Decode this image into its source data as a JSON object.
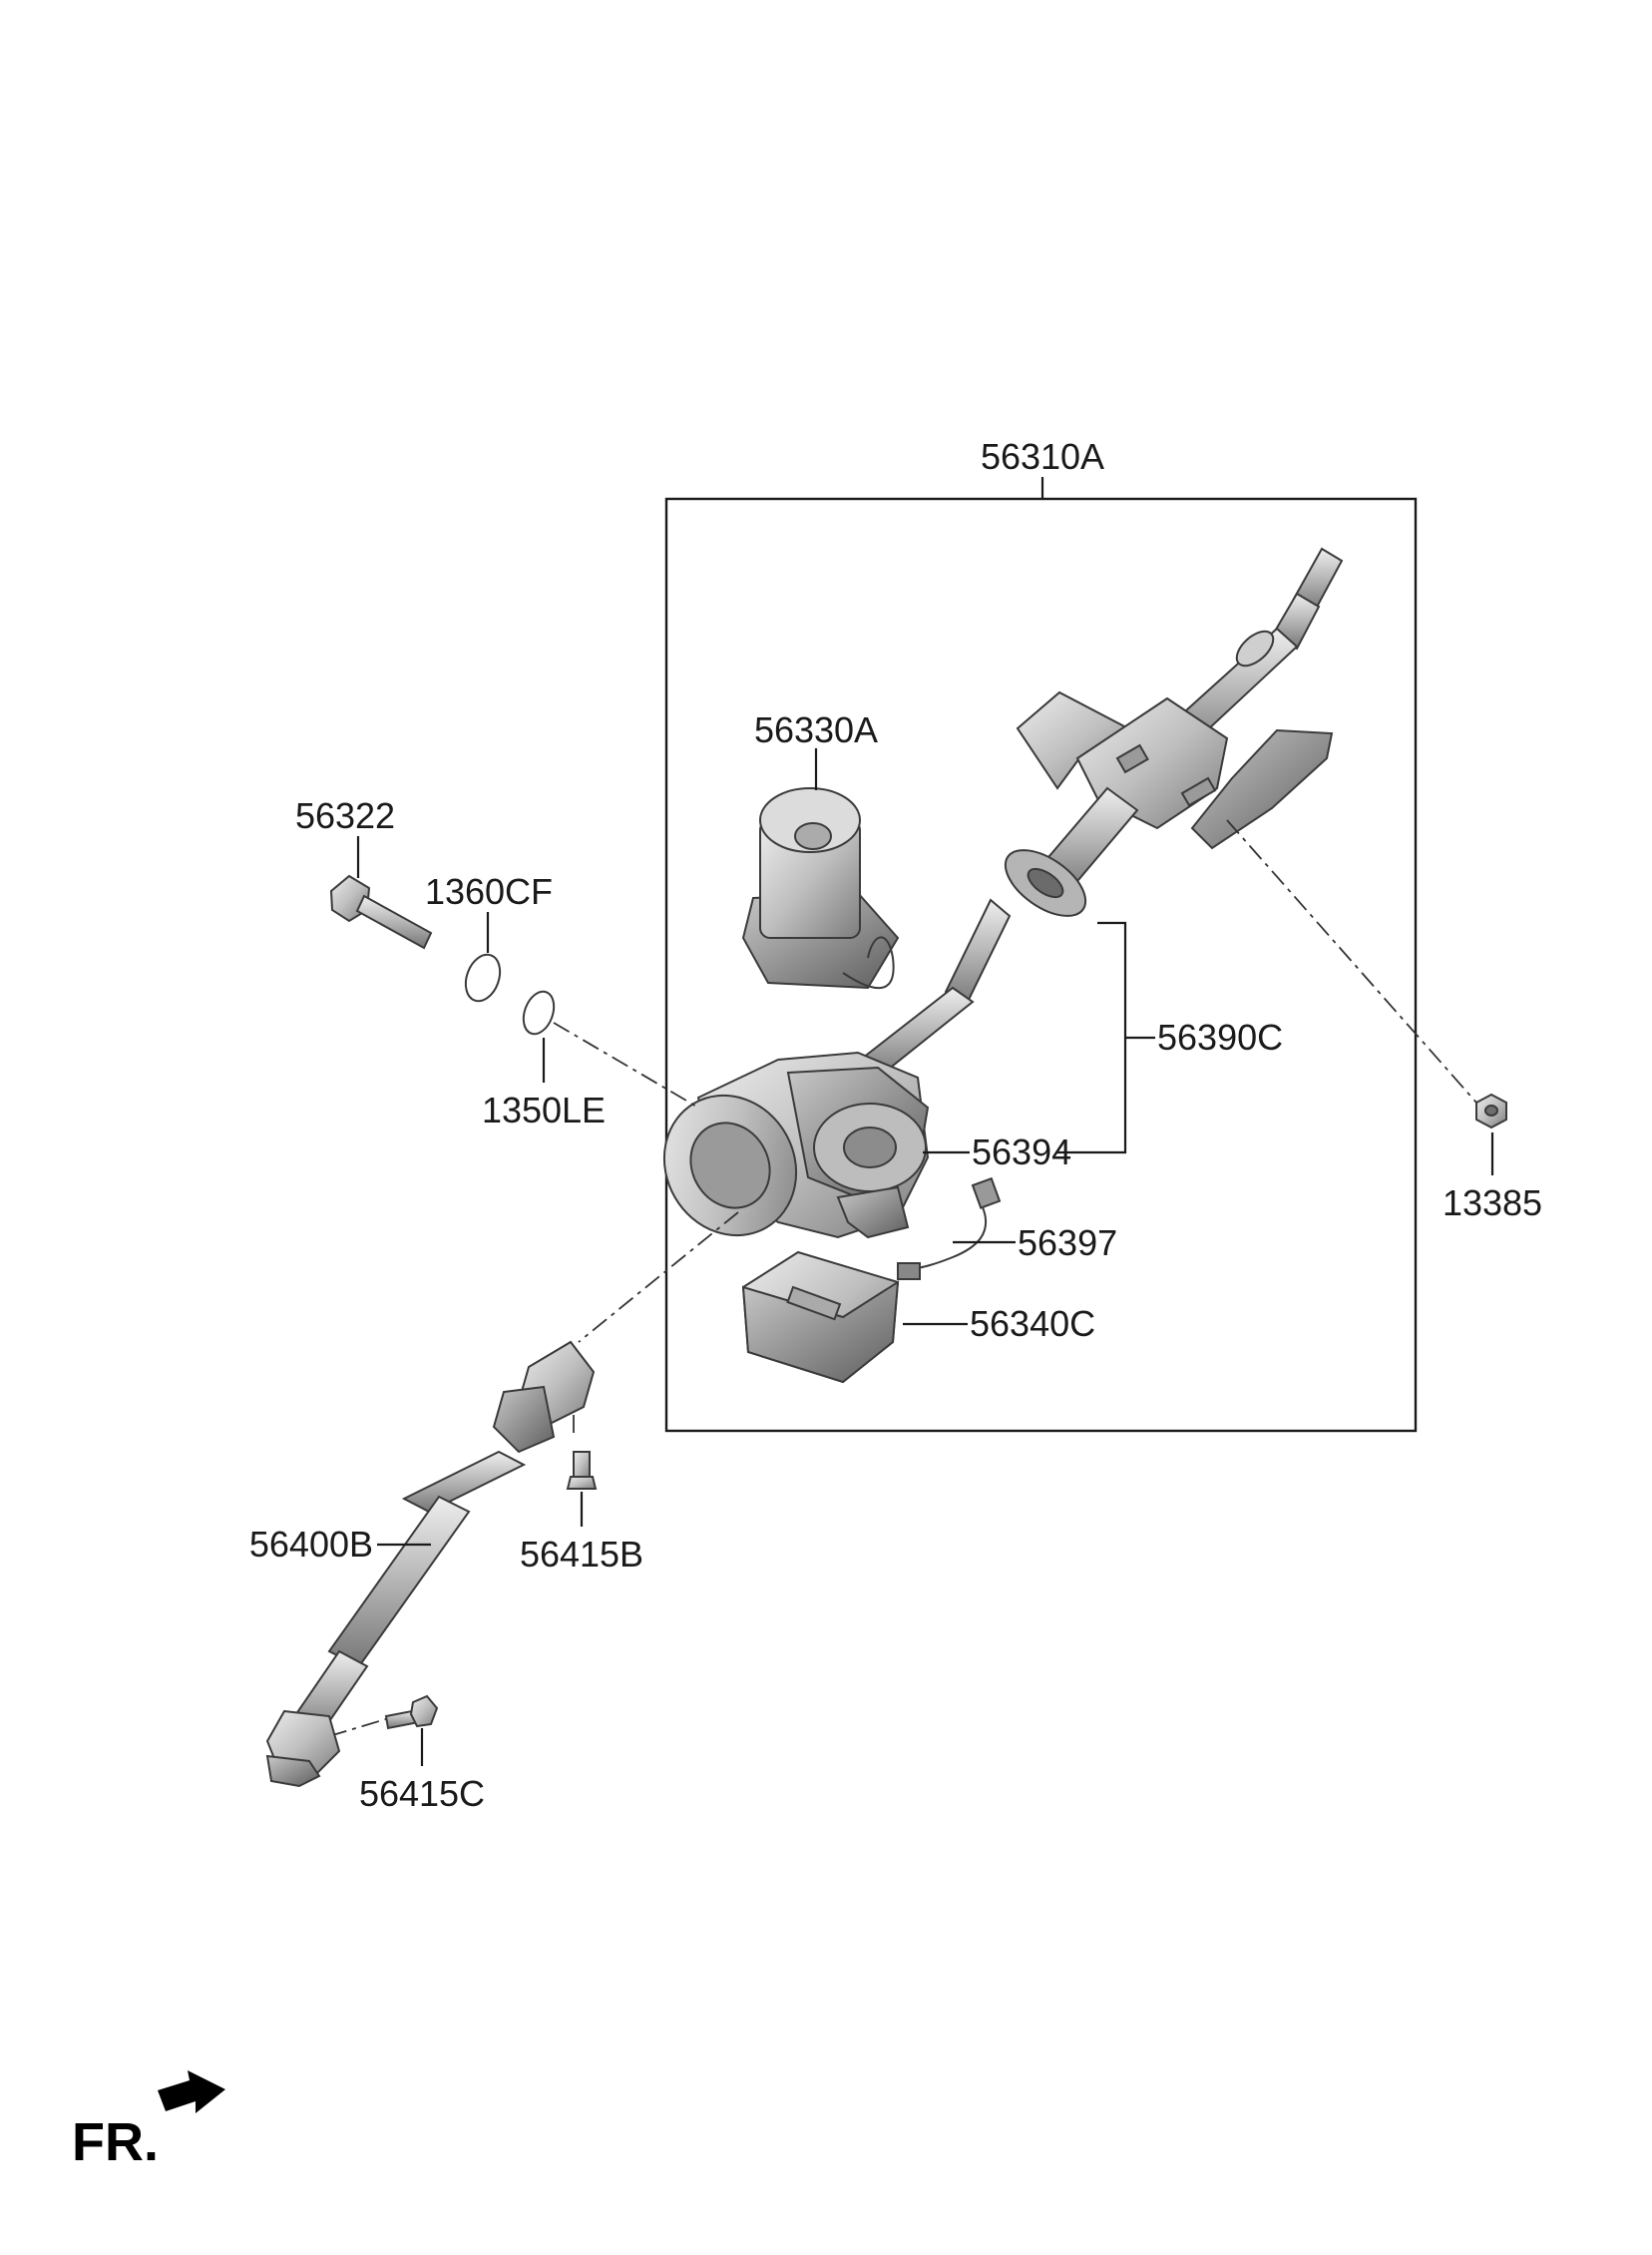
{
  "labels": {
    "assembly": "56310A",
    "motor": "56330A",
    "bolt": "56322",
    "washer_1": "1360CF",
    "washer_2": "1350LE",
    "bracket_group": "56390C",
    "housing": "56394",
    "harness": "56397",
    "control_unit": "56340C",
    "nut": "13385",
    "shaft": "56400B",
    "bolt_upper": "56415B",
    "bolt_lower": "56415C"
  },
  "orientation": {
    "text": "FR."
  },
  "colors": {
    "line": "#1a1a1a",
    "part_light": "#d9d9d9",
    "part_mid": "#a9a9a9",
    "part_dark": "#6e6e6e"
  }
}
